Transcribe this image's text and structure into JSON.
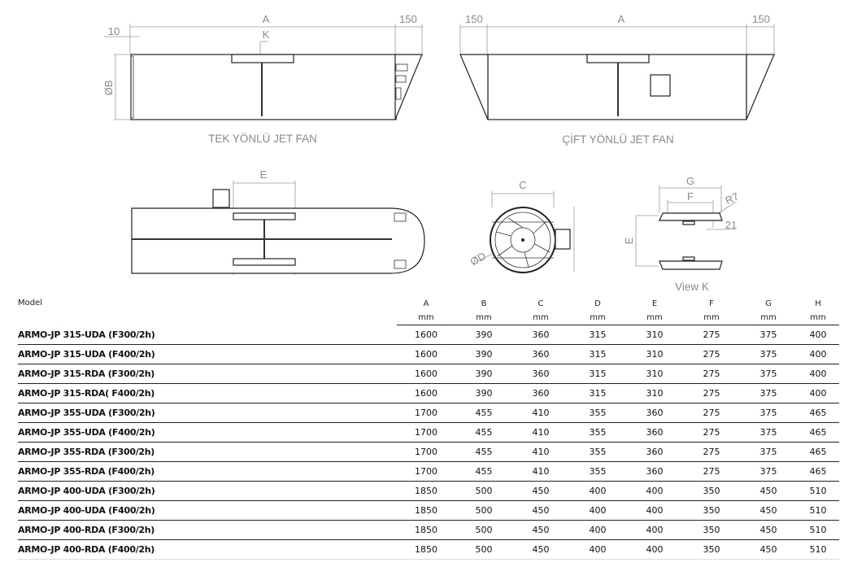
{
  "drawings": {
    "single": {
      "caption": "TEK YÖNLÜ JET FAN",
      "dim_a": "A",
      "dim_k": "K",
      "dim_10": "10",
      "dim_150": "150",
      "dim_b": "ØB"
    },
    "double": {
      "caption": "ÇİFT YÖNLÜ JET FAN",
      "dim_a": "A",
      "dim_150_left": "150",
      "dim_150_right": "150"
    },
    "side": {
      "dim_e": "E"
    },
    "front": {
      "dim_c": "C",
      "dim_d": "ØD"
    },
    "view_k": {
      "caption": "View K",
      "dim_g": "G",
      "dim_f": "F",
      "dim_r7": "R7",
      "dim_21": "21",
      "dim_e": "E"
    }
  },
  "table": {
    "model_header": "Model",
    "columns": [
      "A",
      "B",
      "C",
      "D",
      "E",
      "F",
      "G",
      "H"
    ],
    "unit": "mm",
    "rows": [
      {
        "model": "ARMO-JP 315-UDA (F300/2h)",
        "values": [
          "1600",
          "390",
          "360",
          "315",
          "310",
          "275",
          "375",
          "400"
        ]
      },
      {
        "model": "ARMO-JP 315-UDA (F400/2h)",
        "values": [
          "1600",
          "390",
          "360",
          "315",
          "310",
          "275",
          "375",
          "400"
        ]
      },
      {
        "model": "ARMO-JP 315-RDA (F300/2h)",
        "values": [
          "1600",
          "390",
          "360",
          "315",
          "310",
          "275",
          "375",
          "400"
        ]
      },
      {
        "model": "ARMO-JP 315-RDA( F400/2h)",
        "values": [
          "1600",
          "390",
          "360",
          "315",
          "310",
          "275",
          "375",
          "400"
        ]
      },
      {
        "model": "ARMO-JP 355-UDA (F300/2h)",
        "values": [
          "1700",
          "455",
          "410",
          "355",
          "360",
          "275",
          "375",
          "465"
        ]
      },
      {
        "model": "ARMO-JP 355-UDA (F400/2h)",
        "values": [
          "1700",
          "455",
          "410",
          "355",
          "360",
          "275",
          "375",
          "465"
        ]
      },
      {
        "model": "ARMO-JP 355-RDA (F300/2h)",
        "values": [
          "1700",
          "455",
          "410",
          "355",
          "360",
          "275",
          "375",
          "465"
        ]
      },
      {
        "model": "ARMO-JP 355-RDA (F400/2h)",
        "values": [
          "1700",
          "455",
          "410",
          "355",
          "360",
          "275",
          "375",
          "465"
        ]
      },
      {
        "model": "ARMO-JP 400-UDA (F300/2h)",
        "values": [
          "1850",
          "500",
          "450",
          "400",
          "400",
          "350",
          "450",
          "510"
        ]
      },
      {
        "model": "ARMO-JP 400-UDA (F400/2h)",
        "values": [
          "1850",
          "500",
          "450",
          "400",
          "400",
          "350",
          "450",
          "510"
        ]
      },
      {
        "model": "ARMO-JP 400-RDA (F300/2h)",
        "values": [
          "1850",
          "500",
          "450",
          "400",
          "400",
          "350",
          "450",
          "510"
        ]
      },
      {
        "model": "ARMO-JP 400-RDA (F400/2h)",
        "values": [
          "1850",
          "500",
          "450",
          "400",
          "400",
          "350",
          "450",
          "510"
        ]
      }
    ]
  }
}
